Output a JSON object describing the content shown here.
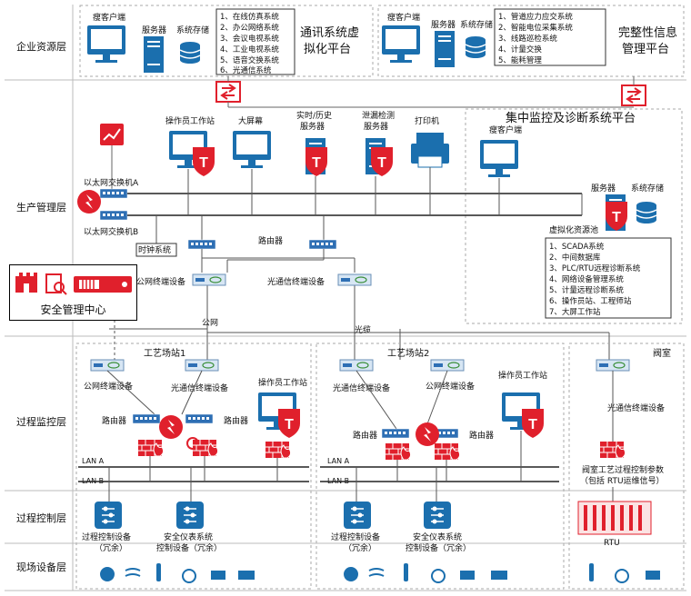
{
  "layers": {
    "enterprise": "企业资源层",
    "production": "生产管理层",
    "process_monitor": "过程监控层",
    "process_control": "过程控制层",
    "field": "现场设备层"
  },
  "enterprise_left": {
    "client": "瘦客户端",
    "server": "服务器",
    "storage": "系统存储",
    "list": [
      "1、在线仿真系统",
      "2、办公网络系统",
      "3、会议电视系统",
      "4、工业电视系统",
      "5、语音交换系统",
      "6、光通信系统"
    ],
    "title1": "通讯系统虚",
    "title2": "拟化平台"
  },
  "enterprise_right": {
    "client": "瘦客户端",
    "server": "服务器",
    "storage": "系统存储",
    "list": [
      "1、管道应力应交系统",
      "2、智能电位采集系统",
      "3、线路巡检系统",
      "4、计量交换",
      "5、能耗管理"
    ],
    "title1": "完整性信息",
    "title2": "管理平台"
  },
  "production": {
    "operator_ws": "操作员工作站",
    "big_screen": "大屏幕",
    "rt_server1": "实时/历史",
    "rt_server2": "服务器",
    "leak_server1": "泄漏检测",
    "leak_server2": "服务器",
    "printer": "打印机",
    "switch_a": "以太网交换机A",
    "switch_b": "以太网交换机B",
    "clock": "时钟系统",
    "router": "路由器",
    "public_term": "公网终端设备",
    "optical_term": "光通信终端设备",
    "public_net": "公网",
    "fiber": "光缆"
  },
  "monitor_platform": {
    "title": "集中监控及诊断系统平台",
    "client": "瘦客户端",
    "server": "服务器",
    "storage": "系统存储",
    "pool": "虚拟化资源池",
    "list": [
      "1、SCADA系统",
      "2、中间数据库",
      "3、PLC/RTU远程诊断系统",
      "4、网络设备管理系统",
      "5、计量远程诊断系统",
      "6、操作员站、工程师站",
      "7、大屏工作站"
    ]
  },
  "security_center": "安全管理中心",
  "station1": {
    "title": "工艺场站1",
    "public_term": "公网终端设备",
    "optical_term": "光通信终端设备",
    "router_l": "路由器",
    "router_r": "路由器",
    "operator_ws": "操作员工作站",
    "lan_a": "LAN A",
    "lan_b": "LAN B",
    "ctrl1a": "过程控制设备",
    "ctrl1b": "（冗余）",
    "sis1": "安全仪表系统",
    "sis2": "控制设备（冗余）"
  },
  "station2": {
    "title": "工艺场站2",
    "optical_term": "光通信终端设备",
    "public_term": "公网终端设备",
    "router_l": "路由器",
    "router_r": "路由器",
    "operator_ws": "操作员工作站",
    "lan_a": "LAN A",
    "lan_b": "LAN B",
    "ctrl1a": "过程控制设备",
    "ctrl1b": "（冗余）",
    "sis1": "安全仪表系统",
    "sis2": "控制设备（冗余）"
  },
  "valve_room": {
    "title": "阀室",
    "optical_term": "光通信终端设备",
    "param1": "阀室工艺过程控制参数",
    "param2": "（包括 RTU运维信号）",
    "rtu": "RTU"
  },
  "colors": {
    "red": "#e0202c",
    "blue": "#1b6fae",
    "dark_blue": "#0f5591",
    "dash": "#999999"
  }
}
